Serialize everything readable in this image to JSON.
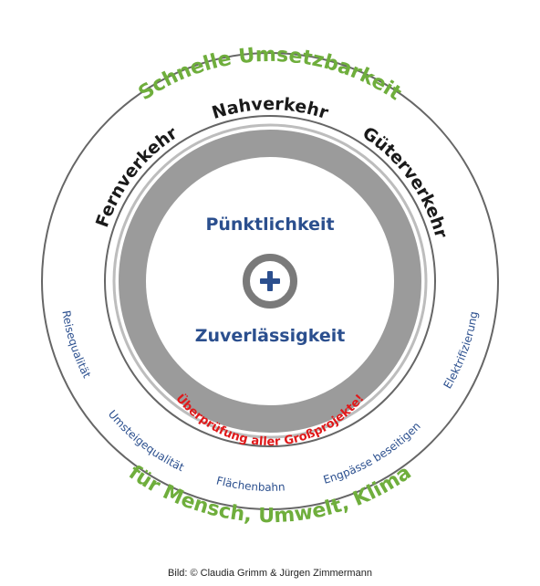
{
  "outer_top": "Schnelle Umsetzbarkeit",
  "outer_bottom": "für Mensch, Umwelt, Klima",
  "segments": {
    "fernverkehr": "Fernverkehr",
    "nahverkehr": "Nahverkehr",
    "gueterverkehr": "Güterverkehr"
  },
  "center": {
    "top_label": "Pünktlichkeit",
    "bottom_label": "Zuverlässigkeit",
    "plus_symbol": "+"
  },
  "measures": {
    "reisequalitaet": "Reisequalität",
    "umsteigequalitaet": "Umsteigequalität",
    "flaechenbahn": "Flächenbahn",
    "engpaesse": "Engpässe beseitigen",
    "elektrifizierung": "Elektrifizierung"
  },
  "review": "Überprüfung aller Großprojekte!",
  "caption": "Bild: © Claudia Grimm & Jürgen Zimmermann",
  "colors": {
    "green": "#6fae3c",
    "blue": "#2b4f8e",
    "red": "#e0191a",
    "ring_gray": "#9b9b9b",
    "line_gray": "#666666"
  }
}
